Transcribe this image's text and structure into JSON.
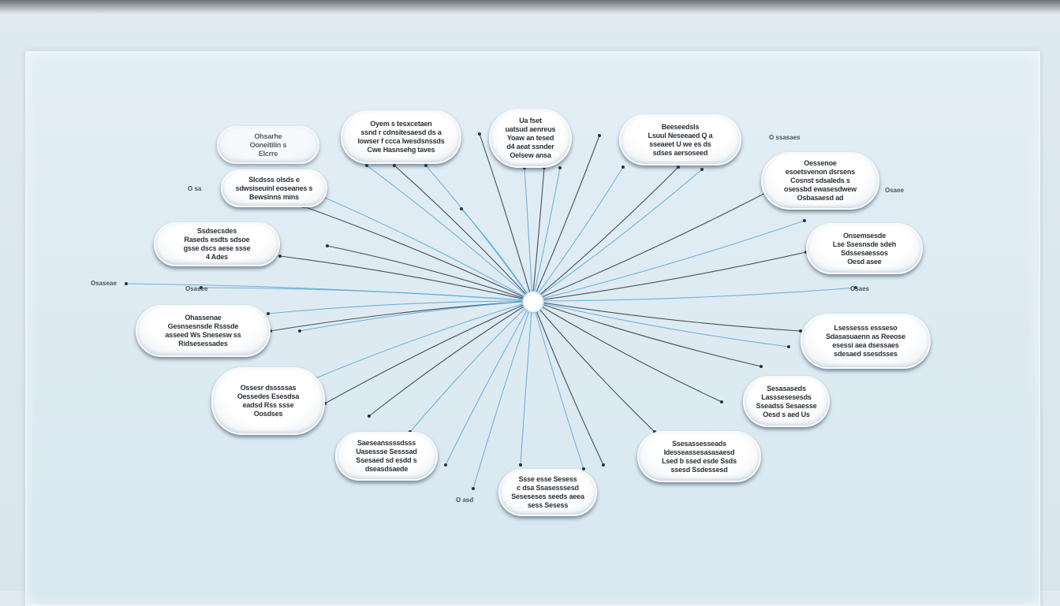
{
  "diagram": {
    "hub_label": "",
    "colors": {
      "line_blue": "#5aa9d6",
      "line_dark": "#2a3440",
      "background": "#dfeaf1"
    },
    "nodes": [
      {
        "lines": [
          "Ohsarhe",
          "Ooneitilin s",
          "Elcrre"
        ]
      },
      {
        "lines": [
          "Slcdsss olsds e",
          "sdwsiseuinl eoseanes s",
          "Bewsinns mins"
        ]
      },
      {
        "lines": [
          "Oyem s tesxcetaen",
          "ssnd r cdnsitesaesd ds a",
          "lowser f ccca lwesdsnssds",
          "Cwe Hasnsehg taves"
        ]
      },
      {
        "lines": [
          "Ua fset",
          "uatsud aenreus",
          "Yoaw an tesed",
          "d4 aeat ssnder",
          "Oelsew ansa"
        ]
      },
      {
        "lines": [
          "Beeseedsls",
          "Lsuul Neseeaed Q a",
          "sseaeet U we es ds",
          "sdses aersoseed"
        ]
      },
      {
        "lines": [
          "Oessenoe",
          "esoetsvenon dsrsens",
          "Cosnst sdsaleds s",
          "osessbd ewasesdwew",
          "Osbasaesd ad"
        ]
      },
      {
        "lines": [
          "Onsemsesde",
          "Lse Ssesnsde sdeh",
          "Sdssesaessos",
          "Oesd asee"
        ]
      },
      {
        "lines": [
          "Ssdsecsdes",
          "Raseds esdts sdsoe",
          "gsse dscs aese ssse",
          "4 Ades"
        ]
      },
      {
        "lines": [
          "Ohassenae",
          "Gesnsesnsde Rsssde",
          "asseed Ws Snesesw ss",
          "Ridsesessades"
        ]
      },
      {
        "lines": [
          "Lsessesss essseso",
          "Sdasasuaenn as Reeose",
          "esessi aea dsessaes",
          "sdesaed ssesdsses"
        ]
      },
      {
        "lines": [
          "Ossesr dsssssas",
          "Oessedes Esesdsa",
          "eadsd Rss ssse",
          "Oosdses"
        ]
      },
      {
        "lines": [
          "Sesasaseds",
          "Lasssesesesds",
          "Sseadss Sesaesse",
          "Oesd s aed Us"
        ]
      },
      {
        "lines": [
          "Saeseanssssdsss",
          "Uasessse Sesssad",
          "Ssesaed sd esdd s",
          "dseasdsaede"
        ]
      },
      {
        "lines": [
          "Ssesassesseads",
          "Idesseassesasasaesd",
          "Lsed b ssed esde Ssds",
          "ssesd Ssdessesd"
        ]
      },
      {
        "lines": [
          "Ssse esse Sesess",
          "c dsa Ssasesssesd",
          "Seseseses seeds aeea",
          "sess Sesess"
        ]
      }
    ],
    "labels": [
      "Osaseae",
      "O sa",
      "Osasee",
      "O ssasaes",
      "Osaes",
      "Osaee",
      "O asd"
    ]
  }
}
